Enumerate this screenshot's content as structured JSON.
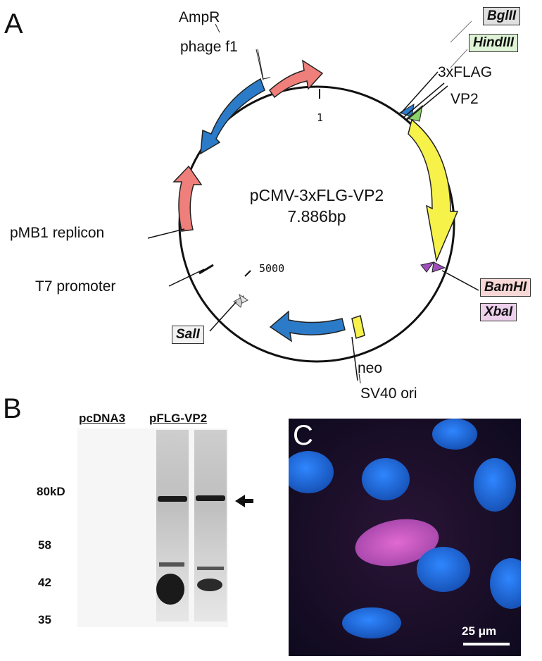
{
  "panels": {
    "a": "A",
    "b": "B",
    "c": "C"
  },
  "plasmid": {
    "name": "pCMV-3xFLG-VP2",
    "size": "7.886bp",
    "position_markers": [
      "1",
      "5000"
    ],
    "features": {
      "ampr": "AmpR",
      "phage_f1": "phage f1",
      "flag": "3xFLAG",
      "vp2": "VP2",
      "pmb1": "pMB1 replicon",
      "t7": "T7 promoter",
      "neo": "neo",
      "sv40": "SV40 ori"
    },
    "restriction_sites": {
      "bglii": "BglII",
      "hindiii": "HindIII",
      "bamhi": "BamHI",
      "xbai": "XbaI",
      "sali": "SalI"
    },
    "colors": {
      "blue": "#2c7bc8",
      "salmon": "#ee7f7a",
      "yellow": "#f6f24a",
      "violet": "#a14fbc",
      "green": "#8bd26a"
    }
  },
  "blot": {
    "lanes": [
      "pcDNA3",
      "pFLG-VP2"
    ],
    "markers": [
      "80kD",
      "58",
      "42",
      "35"
    ]
  },
  "micrograph": {
    "scale_bar": "25 μm"
  }
}
